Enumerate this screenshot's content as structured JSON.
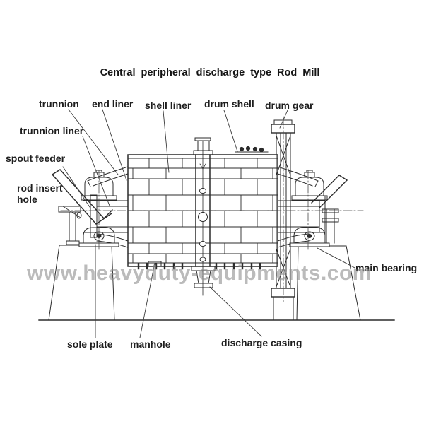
{
  "diagram": {
    "title": "Central peripheral discharge type Rod Mill",
    "watermark": "www.heavyduty-equipments.com",
    "labels": {
      "trunnion": "trunnion",
      "end_liner": "end liner",
      "shell_liner": "shell liner",
      "drum_shell": "drum shell",
      "drum_gear": "drum gear",
      "trunnion_liner": "trunnion liner",
      "spout_feeder": "spout feeder",
      "rod_insert_hole": "rod insert hole",
      "main_bearing": "main bearing",
      "sole_plate": "sole plate",
      "manhole": "manhole",
      "discharge_casing": "discharge casing"
    },
    "colors": {
      "line": "#2b2b2b",
      "leader": "#3a3a3a",
      "watermark": "#8f8f8f",
      "background": "#ffffff"
    }
  }
}
